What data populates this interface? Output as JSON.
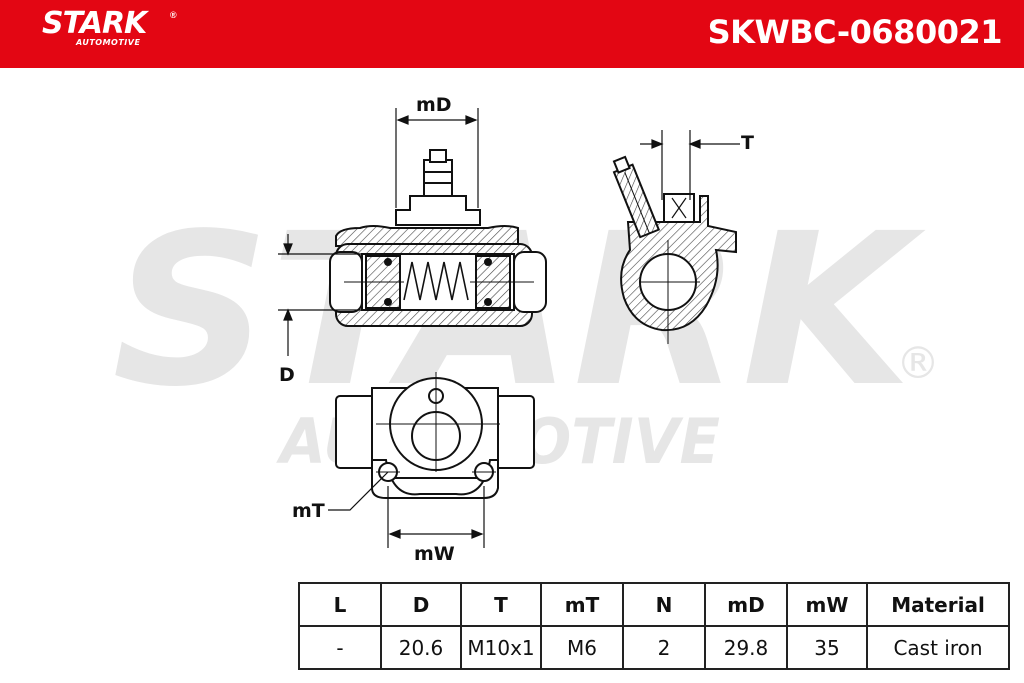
{
  "header": {
    "brand": "STARK",
    "brand_sub": "AUTOMOTIVE",
    "brand_reg": "®",
    "part_number": "SKWBC-0680021",
    "color": "#e30613"
  },
  "watermark": {
    "main": "STARK",
    "sub": "AUTOMOTIVE",
    "reg": "®",
    "color": "#e6e6e6"
  },
  "drawing": {
    "labels": {
      "md": "mD",
      "t": "T",
      "d": "D",
      "mt": "mT",
      "mw": "mW"
    }
  },
  "specs": {
    "headers": [
      "L",
      "D",
      "T",
      "mT",
      "N",
      "mD",
      "mW",
      "Material"
    ],
    "values": [
      "-",
      "20.6",
      "M10x1",
      "M6",
      "2",
      "29.8",
      "35",
      "Cast iron"
    ]
  }
}
